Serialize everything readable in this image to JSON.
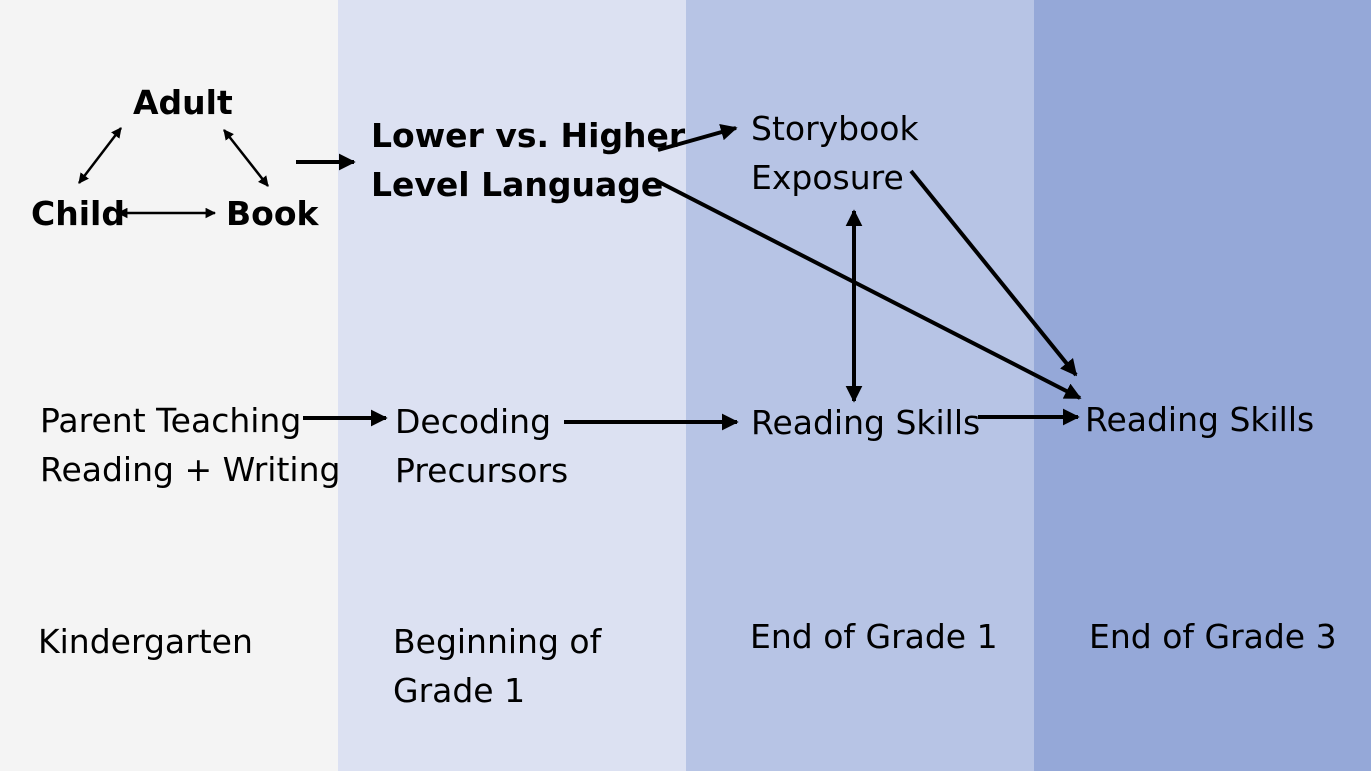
{
  "colors": {
    "band_kindergarten": "#f4f4f4",
    "band_beginning_grade1": "#dce1f2",
    "band_end_grade1": "#b7c4e5",
    "band_end_grade3": "#95a8d8",
    "arrow": "#000000"
  },
  "nodes": {
    "adult": "Adult",
    "child": "Child",
    "book": "Book",
    "language": [
      "Lower vs. Higher",
      "Level Language"
    ],
    "storybook": [
      "Storybook",
      "Exposure"
    ],
    "parent_teaching": [
      "Parent Teaching",
      "Reading + Writing"
    ],
    "decoding": [
      "Decoding",
      "Precursors"
    ],
    "reading_skills_g1": "Reading Skills",
    "reading_skills_g3": "Reading Skills"
  },
  "timepoints": {
    "kindergarten": "Kindergarten",
    "beginning_grade1": [
      "Beginning of",
      "Grade 1"
    ],
    "end_grade1": "End of Grade 1",
    "end_grade3": "End of Grade 3"
  },
  "edges": [
    {
      "from": "adult",
      "to": "child",
      "direction": "both"
    },
    {
      "from": "adult",
      "to": "book",
      "direction": "both"
    },
    {
      "from": "child",
      "to": "book",
      "direction": "both"
    },
    {
      "from": "adult-child-book",
      "to": "language",
      "direction": "forward"
    },
    {
      "from": "language",
      "to": "storybook",
      "direction": "forward"
    },
    {
      "from": "language",
      "to": "reading_skills_g3",
      "direction": "forward"
    },
    {
      "from": "storybook",
      "to": "reading_skills_g3",
      "direction": "forward"
    },
    {
      "from": "storybook",
      "to": "reading_skills_g1",
      "direction": "both"
    },
    {
      "from": "parent_teaching",
      "to": "decoding",
      "direction": "forward"
    },
    {
      "from": "decoding",
      "to": "reading_skills_g1",
      "direction": "forward"
    },
    {
      "from": "reading_skills_g1",
      "to": "reading_skills_g3",
      "direction": "forward"
    }
  ]
}
